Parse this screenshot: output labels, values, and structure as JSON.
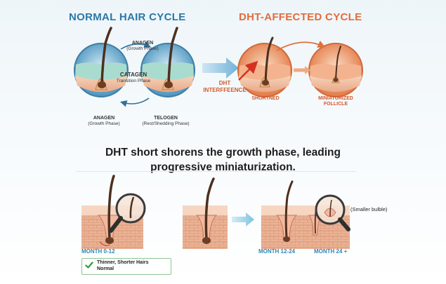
{
  "top": {
    "normal_title": "NORMAL HAIR CYCLE",
    "dht_title": "DHT-AFFECTED CYCLE",
    "anagen_arrow_label": "ANAGEN",
    "anagen_arrow_sub": "(Growth Phase)",
    "catagen_label": "CATAGEN",
    "catagen_sub": "Transition Phase",
    "anagen_label": "ANAGEN",
    "anagen_sub": "(Growth Phase)",
    "telogen_label": "TELOGEN",
    "telogen_sub": "(Rest/Shedding Phase)",
    "dht_interference_1": "DHT",
    "dht_interference_2": "INTERFFEENCE",
    "shortned": "SHORTNED",
    "miniaturized_1": "MINIATURIZED",
    "miniaturized_2": "FOLLICLE"
  },
  "headline": {
    "line1": "DHT short shorens the growth phase, leading",
    "line2": "progressive miniaturization."
  },
  "bottom": {
    "month_0_12": "MONTH 0-12",
    "month_12_24": "MONTH 12-24",
    "month_24": "MONTH 24 +",
    "smaller_bulb": "(Smaller bulble)",
    "note_line1": "Thinner, Shorter Hairs",
    "note_line2": "Normal"
  },
  "colors": {
    "normal_blue": "#2a78a8",
    "dht_orange": "#e06d3c",
    "month_blue": "#2f86b8"
  }
}
